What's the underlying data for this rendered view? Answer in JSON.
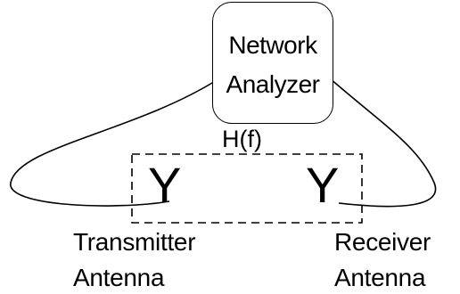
{
  "analyzer": {
    "line1": "Network",
    "line2": "Analyzer"
  },
  "channel_label": "H(f)",
  "antenna_symbol": "Y",
  "transmitter": {
    "line1": "Transmitter",
    "line2": "Antenna"
  },
  "receiver": {
    "line1": "Receiver",
    "line2": "Antenna"
  },
  "colors": {
    "stroke": "#000000",
    "background": "#ffffff"
  }
}
